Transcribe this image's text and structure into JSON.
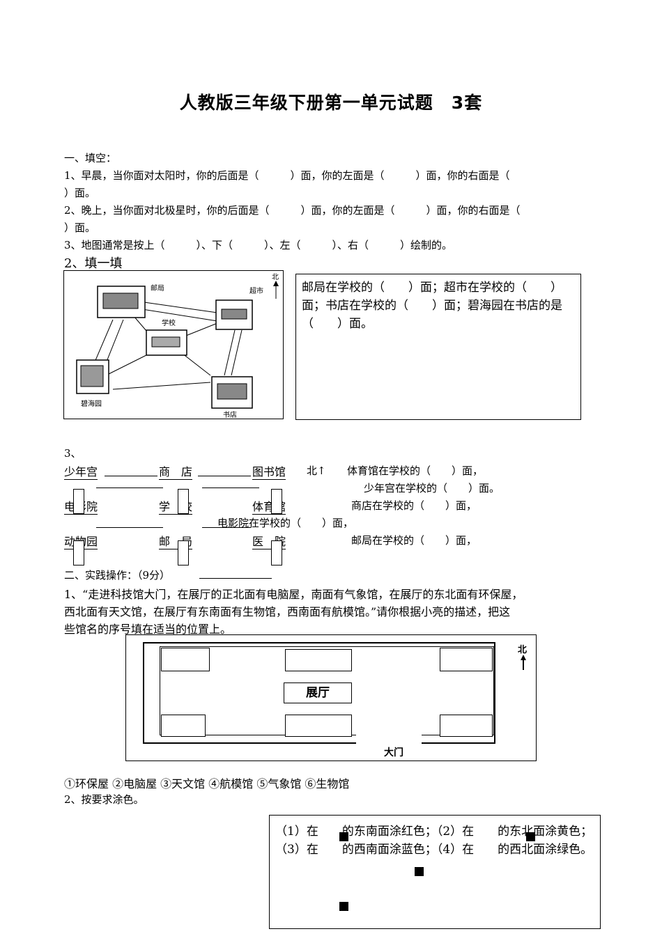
{
  "title": "人教版三年级下册第一单元试题　3套",
  "section1": {
    "heading": "一、填空：",
    "q1a": "1、早晨，当你面对太阳时，你的后面是（　　　）面，你的左面是（　　　）面，你的右面是（",
    "q1b": "）面。",
    "q2a": "2、晚上，当你面对北极星时，你的后面是（　　　）面，你的左面是（　　　）面，你的右面是（",
    "q2b": "）面。",
    "q3": "3、地图通常是按上（　　　）、下（　　　）、左（　　　）、右（　　　）绘制的。"
  },
  "section2": {
    "heading": "2、填一填",
    "map_labels": {
      "north": "北",
      "post": "邮局",
      "market": "超市",
      "school": "学校",
      "park": "碧海园",
      "bookstore": "书店"
    },
    "text": "邮局在学校的（　　）面；超市在学校的（　　）面；书店在学校的（　　）面；碧海园在书店的是（　　）面。"
  },
  "section3": {
    "number": "3、",
    "grid": [
      "少年宫",
      "商　店",
      "图书馆",
      "电影院",
      "学　校",
      "体育馆",
      "动物园",
      "邮　局",
      "医　院"
    ],
    "north": "北↑",
    "q1": "体育馆在学校的（　　）面，",
    "q2": "少年宫在学校的（　　）面。",
    "q3": "商店在学校的（　　）面，",
    "q4": "电影院在学校的（　　）面，",
    "q5": "邮局在学校的（　　）面，"
  },
  "practice": {
    "heading": "二、实践操作：（9分）",
    "p1a": "1、“走进科技馆大门，在展厅的正北面有电脑屋，南面有气象馆，在展厅的东北面有环保屋，",
    "p1b": "西北面有天文馆，在展厅有东南面有生物馆，西南面有航模馆。”请你根据小亮的描述，把这",
    "p1c": "些馆名的序号填在适当的位置上。",
    "hall_label": "展厅",
    "gate_label": "大门",
    "north": "北",
    "options": "①环保屋 ②电脑屋 ③天文馆 ④航模馆 ⑤气象馆 ⑥生物馆",
    "p2": "2、按要求涂色。",
    "color_text": "（1）在　　的东南面涂红色；（2）在　　的东北面涂黄色；（3）在　　的西南面涂蓝色；（4）在　　的西北面涂绿色。"
  }
}
